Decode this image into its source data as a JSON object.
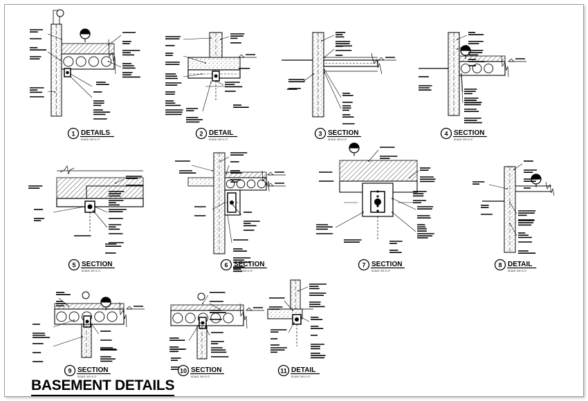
{
  "sheet_title": "BASEMENT DETAILS",
  "details": [
    {
      "num": "1",
      "title": "DETAILS",
      "scale": "SCALE: 3/4\"=1'-0\""
    },
    {
      "num": "2",
      "title": "DETAIL",
      "scale": "SCALE: 3/4\"=1'-0\""
    },
    {
      "num": "3",
      "title": "SECTION",
      "scale": "SCALE: 3/4\"=1'-0\""
    },
    {
      "num": "4",
      "title": "SECTION",
      "scale": "SCALE: 3/4\"=1'-0\""
    },
    {
      "num": "5",
      "title": "SECTION",
      "scale": "SCALE: 3/4\"=1'-0\""
    },
    {
      "num": "6",
      "title": "SECTION",
      "scale": "SCALE: 3/4\"=1'-0\""
    },
    {
      "num": "7",
      "title": "SECTION",
      "scale": "SCALE: 3/4\"=1'-0\""
    },
    {
      "num": "8",
      "title": "DETAIL",
      "scale": "SCALE: 3/4\"=1'-0\""
    },
    {
      "num": "9",
      "title": "SECTION",
      "scale": "SCALE: 3/4\"=1'-0\""
    },
    {
      "num": "10",
      "title": "SECTION",
      "scale": "SCALE: 3/4\"=1'-0\""
    },
    {
      "num": "11",
      "title": "DETAIL",
      "scale": "SCALE: 3/4\"=1'-0\""
    }
  ],
  "colors": {
    "ink": "#000000",
    "frame": "#9a9a9a",
    "paper": "#ffffff"
  }
}
